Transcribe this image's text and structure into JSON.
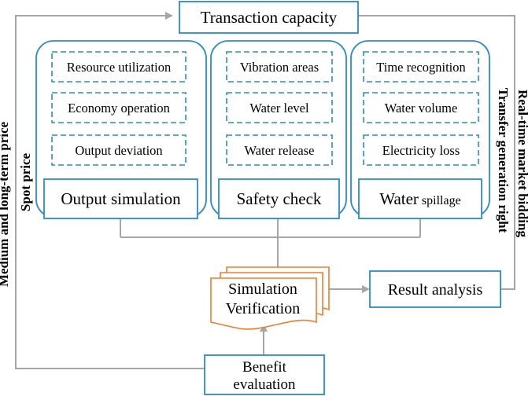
{
  "title": "Transaction capacity",
  "modules": [
    {
      "label": "Output simulation",
      "items": [
        "Resource utilization",
        "Economy operation",
        "Output deviation"
      ]
    },
    {
      "label": "Safety check",
      "items": [
        "Vibration areas",
        "Water level",
        "Water release"
      ]
    },
    {
      "label_main": "Water",
      "label_small": "spillage",
      "items": [
        "Time recognition",
        "Water volume",
        "Electricity loss"
      ]
    }
  ],
  "simulation": {
    "line1": "Simulation",
    "line2": "Verification"
  },
  "result": "Result analysis",
  "benefit": {
    "line1": "Benefit",
    "line2": "evaluation"
  },
  "left_labels": {
    "outer": "Medium and long-term price",
    "inner": "Spot price"
  },
  "right_labels": {
    "outer": "Real-time market bidding",
    "inner": "Transfer generation right"
  },
  "colors": {
    "blue": "#2E8BC8",
    "orange": "#ED7D31",
    "arrow": "#A6A6A6"
  }
}
